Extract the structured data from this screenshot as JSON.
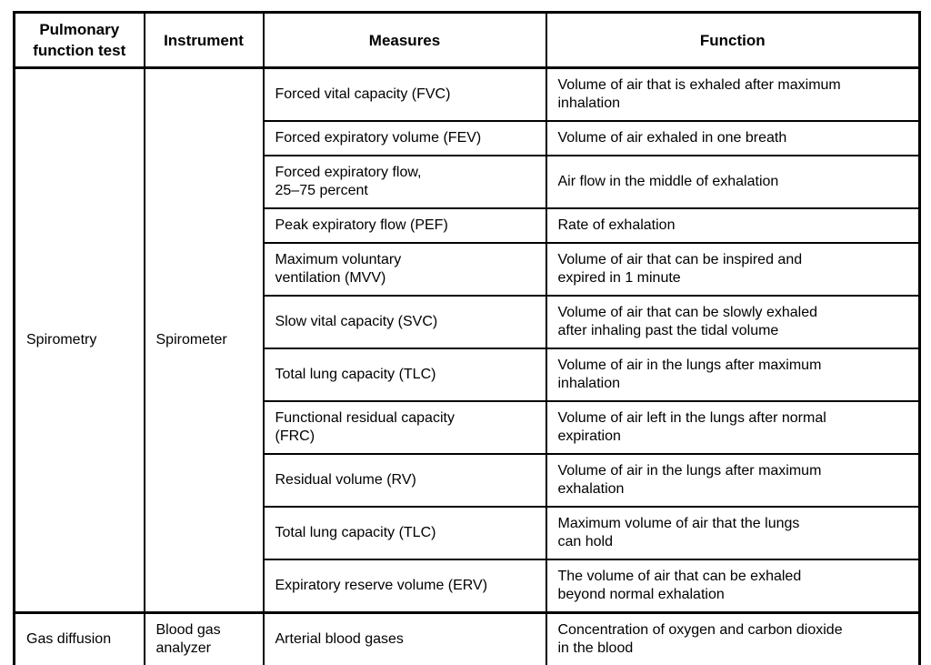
{
  "table": {
    "headers": {
      "test": "Pulmonary\nfunction test",
      "instrument": "Instrument",
      "measures": "Measures",
      "function": "Function"
    },
    "colors": {
      "border": "#000000",
      "text": "#000000",
      "background": "#ffffff"
    },
    "sections": [
      {
        "test": "Spirometry",
        "instrument": "Spirometer",
        "rows": [
          {
            "measure": "Forced vital capacity (FVC)",
            "function": "Volume of air that is exhaled after maximum\ninhalation"
          },
          {
            "measure": "Forced expiratory volume (FEV)",
            "function": "Volume of air exhaled in one breath"
          },
          {
            "measure": "Forced expiratory flow,\n25–75 percent",
            "function": "Air flow in the middle of exhalation"
          },
          {
            "measure": "Peak expiratory flow (PEF)",
            "function": "Rate of exhalation"
          },
          {
            "measure": "Maximum voluntary\nventilation (MVV)",
            "function": "Volume of air that can be inspired and\nexpired in 1 minute"
          },
          {
            "measure": "Slow vital capacity (SVC)",
            "function": "Volume of air that can be slowly exhaled\nafter inhaling past the tidal volume"
          },
          {
            "measure": "Total lung capacity (TLC)",
            "function": "Volume of air in the lungs after maximum\ninhalation"
          },
          {
            "measure": "Functional residual capacity\n(FRC)",
            "function": "Volume of air left in the lungs after normal\nexpiration"
          },
          {
            "measure": "Residual volume (RV)",
            "function": "Volume of air in the lungs after maximum\nexhalation"
          },
          {
            "measure": "Total lung capacity (TLC)",
            "function": "Maximum volume of air that the lungs\ncan hold"
          },
          {
            "measure": "Expiratory reserve volume (ERV)",
            "function": "The volume of air that can be exhaled\nbeyond normal exhalation"
          }
        ]
      },
      {
        "test": "Gas diffusion",
        "instrument": "Blood gas\nanalyzer",
        "rows": [
          {
            "measure": "Arterial blood gases",
            "function": "Concentration of oxygen and carbon dioxide\nin the blood"
          }
        ]
      }
    ]
  }
}
